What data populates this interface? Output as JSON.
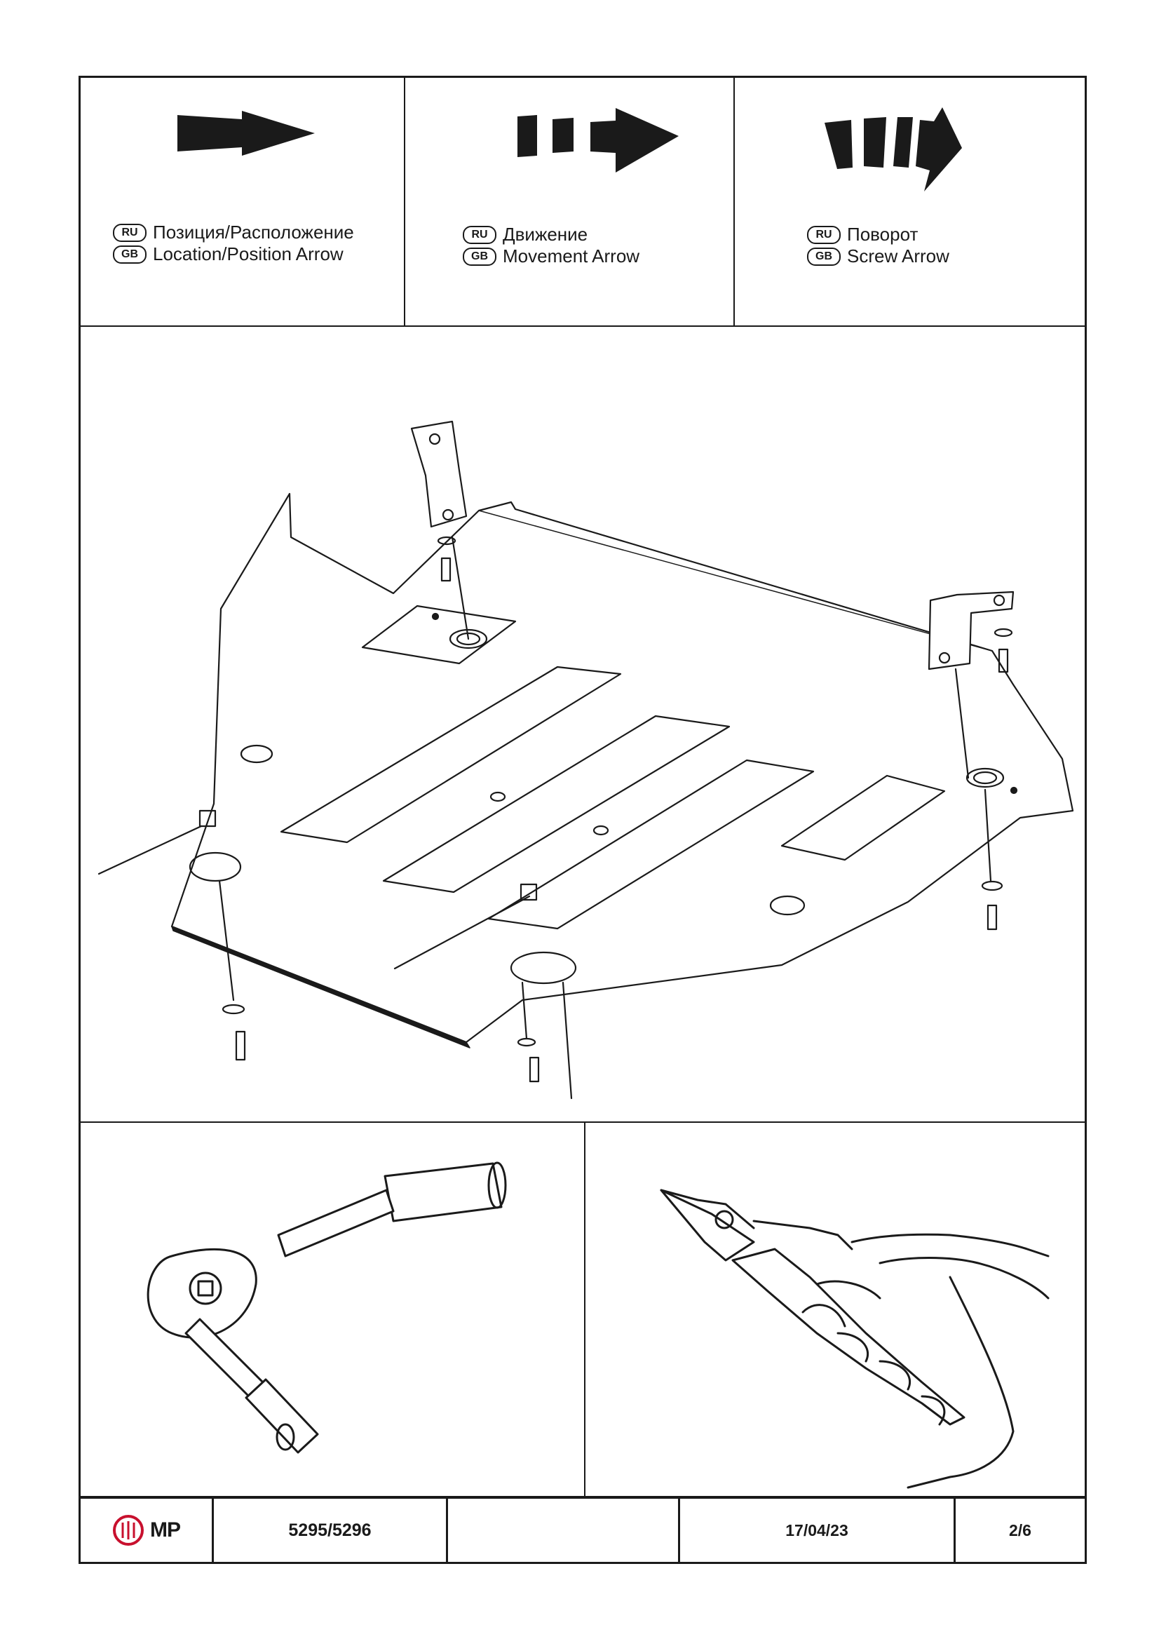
{
  "legend": [
    {
      "arrow_icon": "location-arrow-icon",
      "ru_badge": "RU",
      "gb_badge": "GB",
      "ru_text": "Позиция/Расположение",
      "gb_text": "Location/Position Arrow"
    },
    {
      "arrow_icon": "movement-arrow-icon",
      "ru_badge": "RU",
      "gb_badge": "GB",
      "ru_text": "Движение",
      "gb_text": "Movement Arrow"
    },
    {
      "arrow_icon": "screw-arrow-icon",
      "ru_badge": "RU",
      "gb_badge": "GB",
      "ru_text": "Поворот",
      "gb_text": "Screw Arrow"
    }
  ],
  "diagram": {
    "icon": "skid-plate-assembly-diagram"
  },
  "tools": [
    {
      "icon": "ratchet-wrench-icon"
    },
    {
      "icon": "wire-cutter-pliers-icon"
    }
  ],
  "footer": {
    "logo_text": "MP",
    "part_number": "5295/5296",
    "blank": "",
    "date": "17/04/23",
    "page": "2/6"
  },
  "colors": {
    "ink": "#1a1a1a",
    "logo_red": "#c8102e"
  }
}
